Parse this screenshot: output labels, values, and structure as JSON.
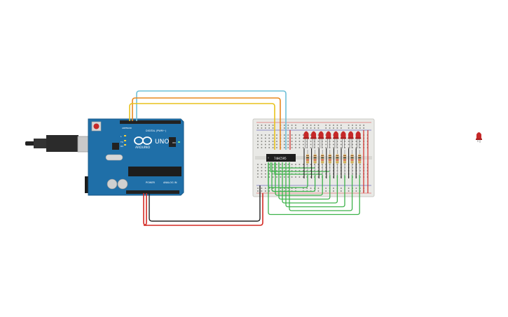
{
  "arduino": {
    "brand": "ARDUINO",
    "model": "UNO",
    "digital_header_label": "DIGITAL (PWM~)",
    "power_label": "POWER",
    "analog_label": "ANALOG IN",
    "on_label": "ON",
    "tx_label": "TX",
    "rx_label": "RX",
    "l_label": "L",
    "aref_label": "AREF",
    "gnd_label": "GND"
  },
  "breadboard": {
    "chip_label": "74HC595",
    "led_count": 8
  },
  "loose_led": {
    "color": "#c62828"
  },
  "colors": {
    "board": "#1f6fa8",
    "wire_blue": "#6fc0d8",
    "wire_orange": "#e8891f",
    "wire_yellow": "#e8c21c",
    "wire_red": "#d42a24",
    "wire_black": "#222222",
    "wire_green": "#3db24a",
    "led_red": "#c62828"
  }
}
